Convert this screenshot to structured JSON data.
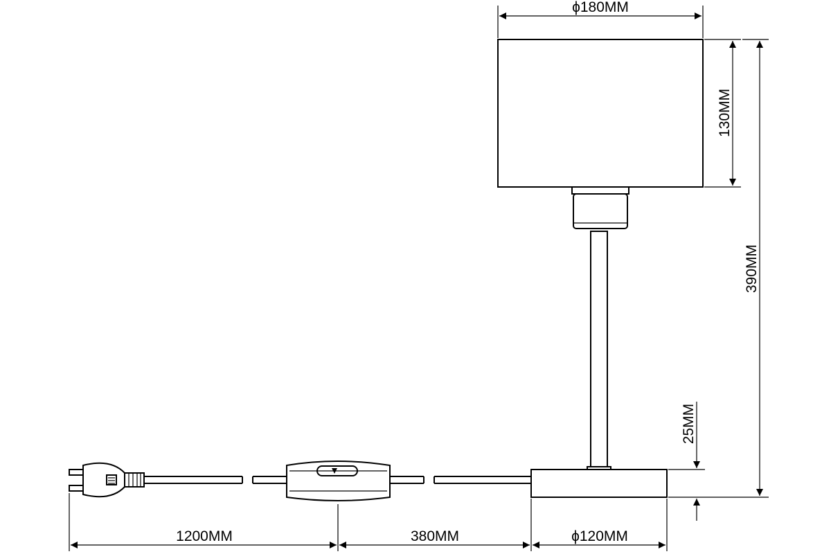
{
  "dimensions": {
    "shade_diameter": "ϕ180MM",
    "shade_height": "130MM",
    "total_height": "390MM",
    "base_height": "25MM",
    "cord_to_switch": "1200MM",
    "switch_to_base": "380MM",
    "base_diameter": "ϕ120MM"
  }
}
